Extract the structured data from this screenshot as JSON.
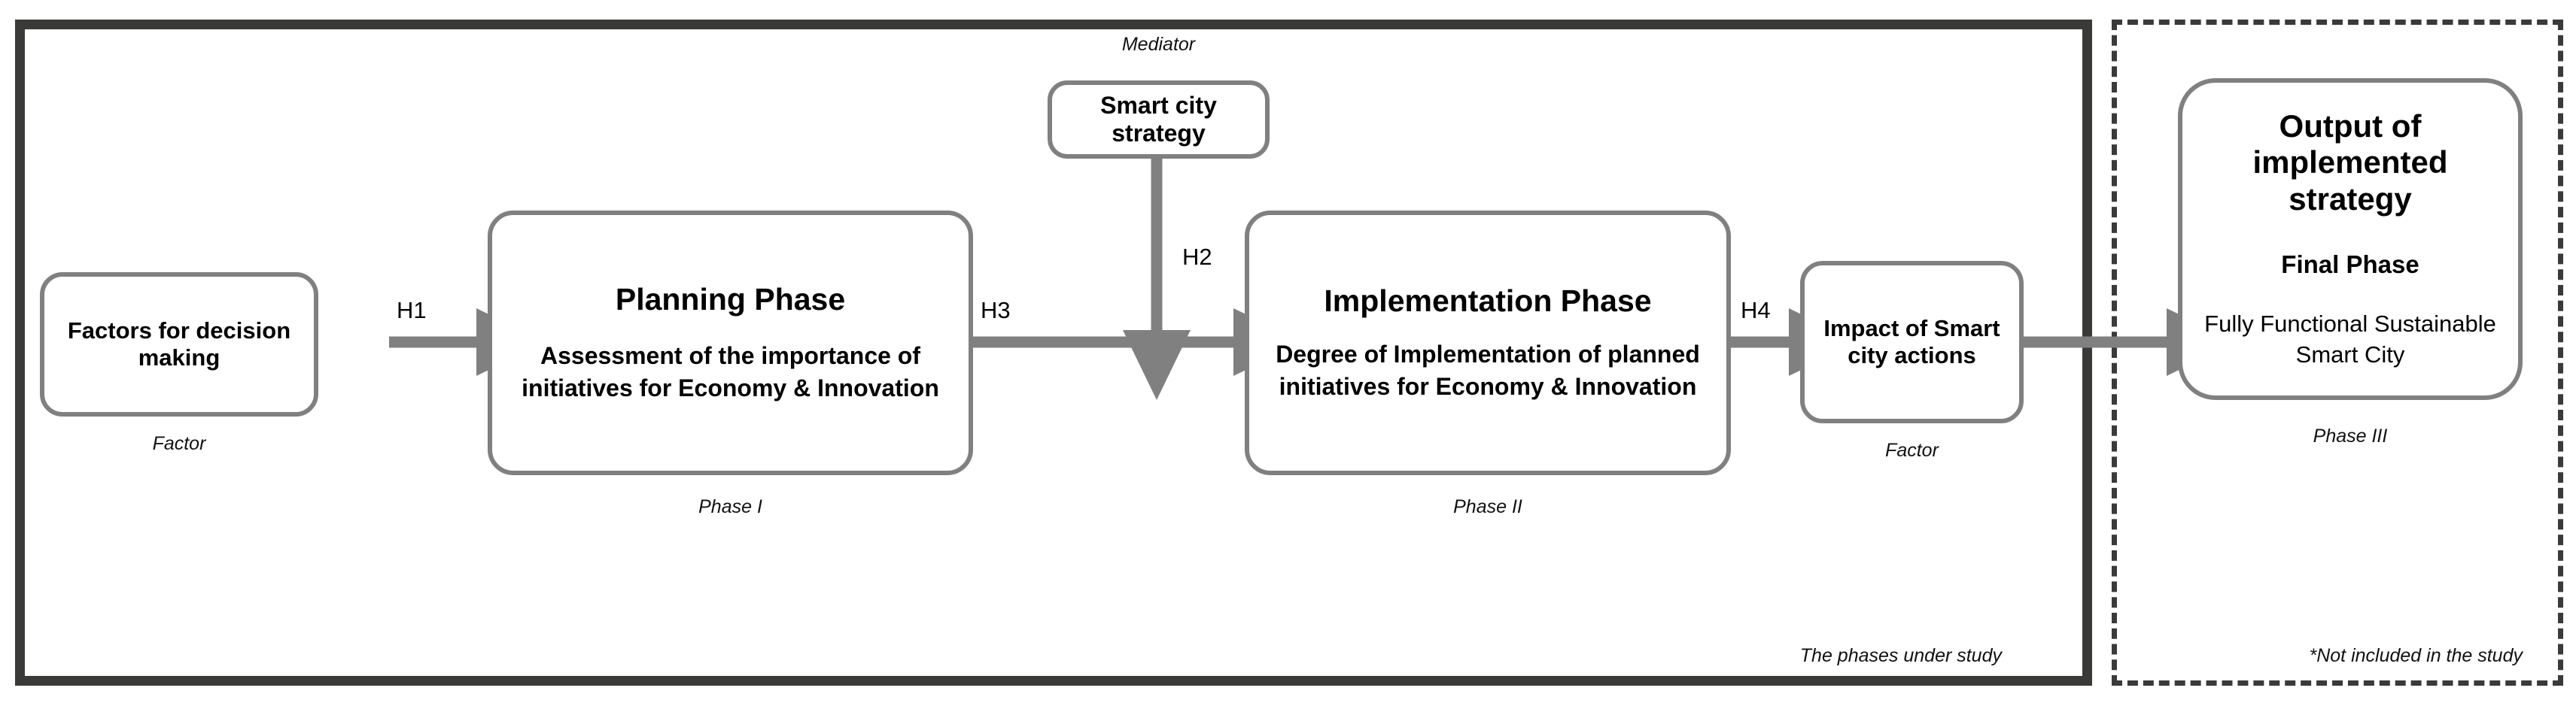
{
  "diagram": {
    "frames": {
      "study": {
        "caption": "The phases under study"
      },
      "excluded": {
        "caption": "*Not included in the study"
      }
    },
    "nodes": [
      {
        "id": "factors",
        "title": "Factors for decision making",
        "body": "",
        "caption": "Factor"
      },
      {
        "id": "planning",
        "title": "Planning Phase",
        "body": "Assessment of the importance of initiatives for Economy & Innovation",
        "caption": "Phase I"
      },
      {
        "id": "mediator",
        "title": "Smart city strategy",
        "body": "",
        "caption": "Mediator"
      },
      {
        "id": "implementation",
        "title": "Implementation Phase",
        "body": "Degree of Implementation of planned initiatives for Economy & Innovation",
        "caption": "Phase II"
      },
      {
        "id": "impact",
        "title": "Impact of Smart city actions",
        "body": "",
        "caption": "Factor"
      },
      {
        "id": "output",
        "title": "Output of implemented strategy",
        "subtitle": "Final Phase",
        "body": "Fully Functional Sustainable Smart City",
        "caption": "Phase III"
      }
    ],
    "edges": [
      {
        "id": "h1",
        "label": "H1",
        "from": "factors",
        "to": "planning"
      },
      {
        "id": "h2",
        "label": "H2",
        "from": "mediator",
        "to": "h3-path"
      },
      {
        "id": "h3",
        "label": "H3",
        "from": "planning",
        "to": "implementation"
      },
      {
        "id": "h4",
        "label": "H4",
        "from": "implementation",
        "to": "impact"
      },
      {
        "id": "h5",
        "label": "",
        "from": "impact",
        "to": "output"
      }
    ],
    "colors": {
      "node_border": "#808080",
      "arrow": "#808080",
      "frame_solid": "#3a3a38",
      "frame_dashed": "#3a3a38",
      "text": "#000000",
      "background": "#ffffff"
    }
  }
}
